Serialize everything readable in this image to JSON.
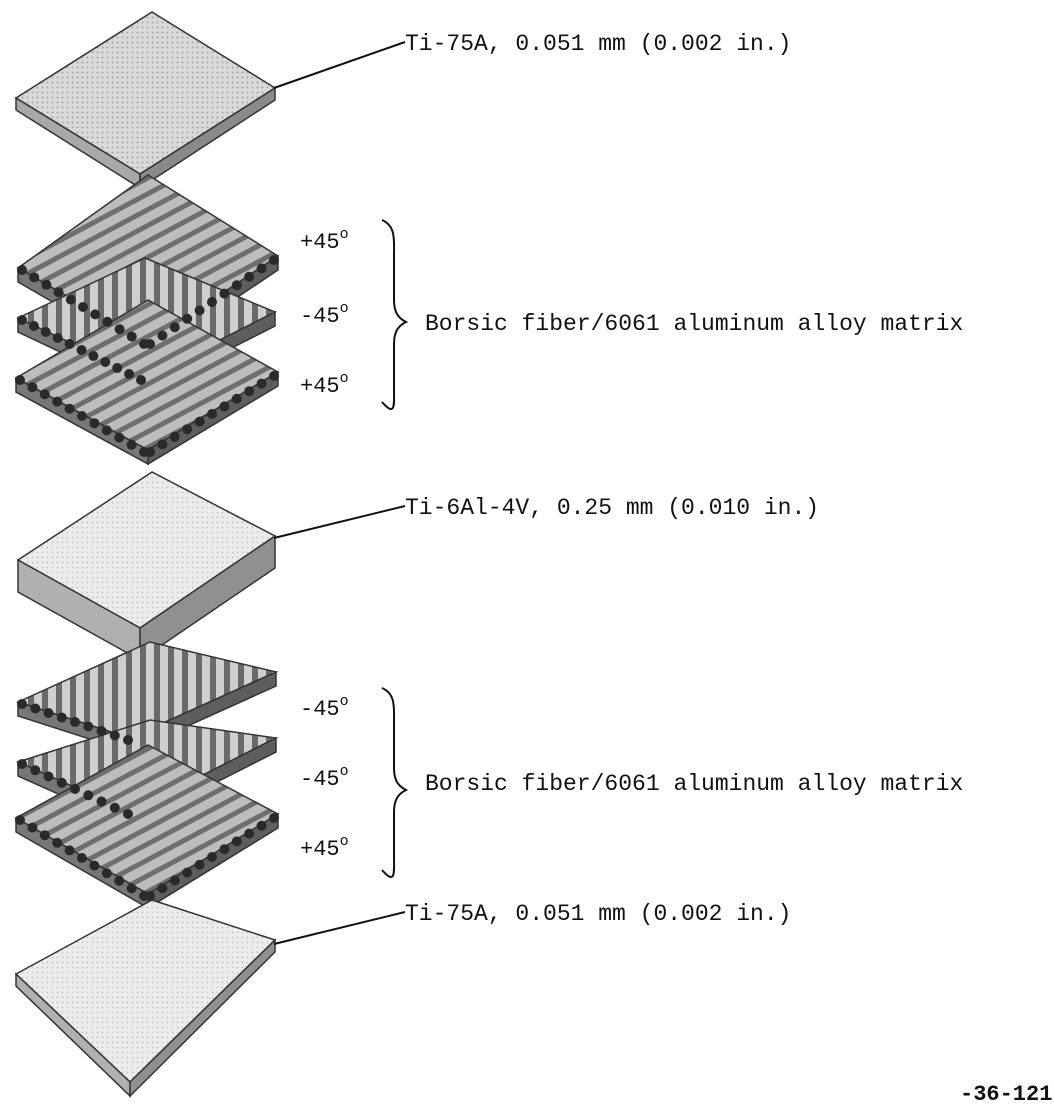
{
  "layers": [
    {
      "label": "Ti-75A, 0.051 mm (0.002 in.)"
    },
    {
      "label": "Ti-6Al-4V, 0.25 mm (0.010 in.)"
    },
    {
      "label": "Ti-75A, 0.051 mm (0.002 in.)"
    }
  ],
  "groups": [
    {
      "label": "Borsic fiber/6061 aluminum alloy matrix",
      "plies": [
        {
          "angle": "+45",
          "unit": "o"
        },
        {
          "angle": "-45",
          "unit": "o"
        },
        {
          "angle": "+45",
          "unit": "o"
        }
      ]
    },
    {
      "label": "Borsic fiber/6061 aluminum alloy matrix",
      "plies": [
        {
          "angle": "-45",
          "unit": "o"
        },
        {
          "angle": "-45",
          "unit": "o"
        },
        {
          "angle": "+45",
          "unit": "o"
        }
      ]
    }
  ],
  "figure_number": "-36-121"
}
